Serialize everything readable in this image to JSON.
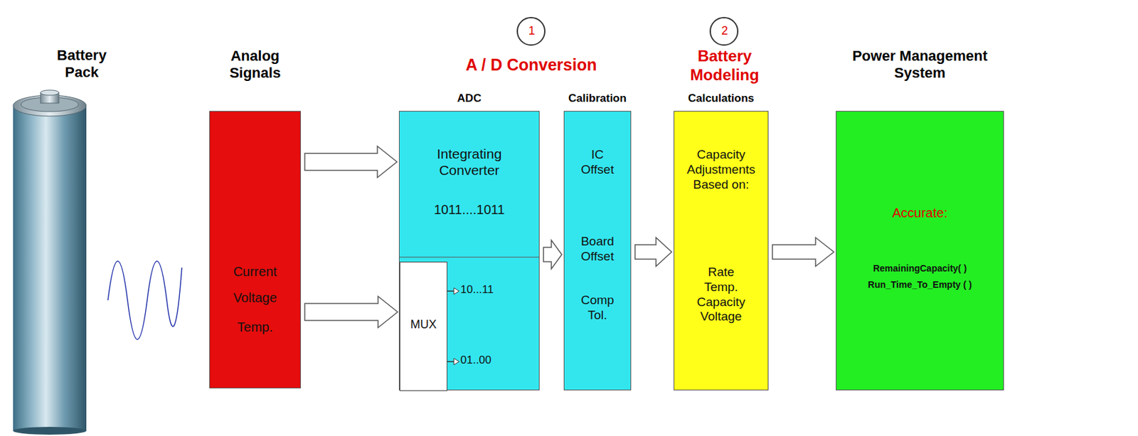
{
  "diagram": {
    "nodes": [
      {
        "text": [
          "Analog Signals",
          "Current",
          "Voltage",
          "Temp."
        ]
      },
      {
        "text": [
          "1"
        ]
      },
      {
        "text": [
          "ADC",
          "Integrating Converter",
          "1011....1011"
        ]
      },
      {
        "text": [
          "MUX"
        ],
        "in": 2
      },
      {
        "text": [
          "Calibration",
          "IC Offset",
          "Board Offset",
          "Comp Tol."
        ]
      },
      {
        "text": [
          "2"
        ]
      },
      {
        "text": [
          "Calculations",
          "Capacity Adjustments Based on:",
          "Rate Temp. Capacity Voltage"
        ]
      },
      {
        "text": [
          "Power Management System",
          "Accurate:",
          "RemainingCapacity( )",
          "Run_Time_To_Empty ( )"
        ]
      }
    ],
    "edges": [
      {
        "from": 0,
        "to": 2,
        "arrow": "to"
      },
      {
        "from": 0,
        "to": 3,
        "arrow": "to"
      },
      {
        "from": 2,
        "to": 4,
        "arrow": "to"
      },
      {
        "from": 4,
        "to": 6,
        "arrow": "to"
      },
      {
        "from": 6,
        "to": 7,
        "arrow": "to"
      }
    ],
    "labels": [
      "Battery Pack",
      "A / D Conversion",
      "10...11",
      "01..00",
      "Battery Modeling"
    ]
  }
}
